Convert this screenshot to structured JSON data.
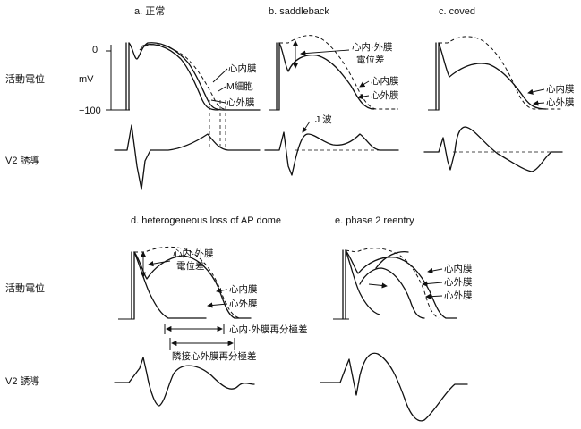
{
  "panels": {
    "a": {
      "title": "a. 正常",
      "mv": "mV",
      "zero": "0",
      "minus100": "−100",
      "endo": "心内膜",
      "mcell": "M細胞",
      "epi": "心外膜"
    },
    "b": {
      "title": "b. saddleback",
      "gradient_line1": "心内·外膜",
      "gradient_line2": "電位差",
      "endo": "心内膜",
      "epi": "心外膜",
      "jwave": "J 波"
    },
    "c": {
      "title": "c. coved",
      "endo": "心内膜",
      "epi": "心外膜"
    },
    "d": {
      "title": "d. heterogeneous loss of AP dome",
      "gradient_line1": "心内·外膜",
      "gradient_line2": "電位差",
      "endo": "心内膜",
      "epi": "心外膜",
      "repol_diff": "心内·外膜再分極差",
      "adjacent_diff": "隣接心外膜再分極差"
    },
    "e": {
      "title": "e. phase 2 reentry",
      "endo": "心内膜",
      "epi1": "心外膜",
      "epi2": "心外膜"
    }
  },
  "row_labels": {
    "ap_top": "活動電位",
    "v2_top": "V2 誘導",
    "ap_bottom": "活動電位",
    "v2_bottom": "V2 誘導"
  }
}
